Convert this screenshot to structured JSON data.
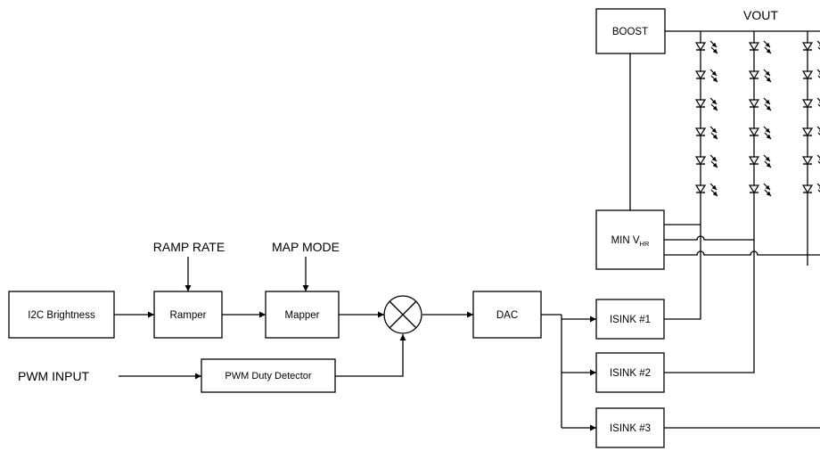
{
  "diagram": {
    "blocks": {
      "i2c": "I2C Brightness",
      "ramper": "Ramper",
      "mapper": "Mapper",
      "pwm_detector": "PWM Duty Detector",
      "dac": "DAC",
      "boost": "BOOST",
      "min_vhr_main": "MIN V",
      "min_vhr_sub": "HR",
      "isink1": "ISINK #1",
      "isink2": "ISINK #2",
      "isink3": "ISINK #3"
    },
    "labels": {
      "ramp_rate": "RAMP RATE",
      "map_mode": "MAP MODE",
      "pwm_input": "PWM INPUT",
      "vout": "VOUT"
    },
    "led_strings": 3,
    "leds_per_string": 6
  }
}
